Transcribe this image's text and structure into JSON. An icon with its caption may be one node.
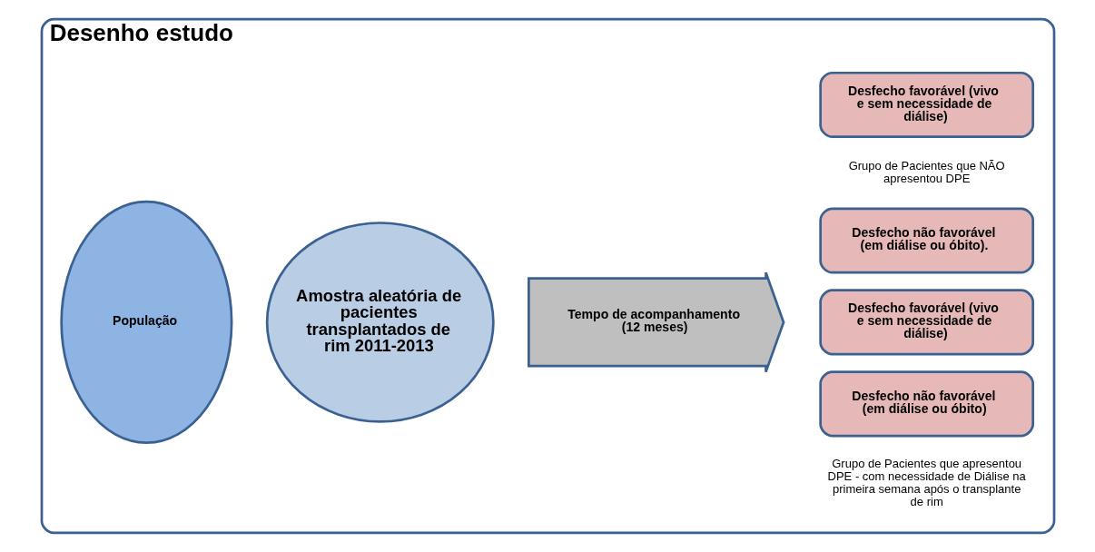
{
  "diagram": {
    "nodes": [
      {
        "text": [
          "Desenho estudo"
        ]
      },
      {
        "text": [
          "População"
        ],
        "in": 0
      },
      {
        "text": [
          "Amostra aleatória de pacientes transplantados de rim 2011-2013"
        ],
        "in": 0
      },
      {
        "text": [
          "Tempo de acompanhamento (12 meses)"
        ],
        "in": 0
      },
      {
        "text": [
          "Desfecho não favorável (em diálise ou óbito)"
        ],
        "in": 0
      },
      {
        "text": [
          "Desfecho favorável (vivo e sem necessidade de diálise)"
        ],
        "in": 0
      },
      {
        "text": [
          "Desfecho não favorável (em diálise ou óbito)."
        ],
        "in": 0
      },
      {
        "text": [
          "Desfecho favorável (vivo e sem necessidade de diálise)"
        ],
        "in": 0
      }
    ],
    "labels": [
      "Grupo de Pacientes que apresentou DPE - com necessidade de Diálise na primeira semana após o transplante de rim",
      "Grupo de Pacientes que NÃO apresentou DPE"
    ]
  }
}
